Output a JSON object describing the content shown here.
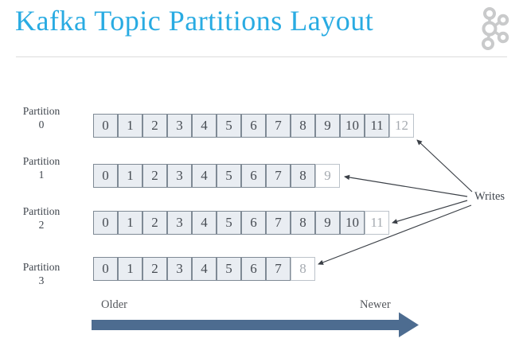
{
  "header": {
    "title": "Kafka Topic Partitions Layout",
    "logo_icon": "kafka-logo"
  },
  "partitions": [
    {
      "label": "Partition",
      "number": "0",
      "offsets": [
        "0",
        "1",
        "2",
        "3",
        "4",
        "5",
        "6",
        "7",
        "8",
        "9",
        "10",
        "11"
      ],
      "next_offset": "12"
    },
    {
      "label": "Partition",
      "number": "1",
      "offsets": [
        "0",
        "1",
        "2",
        "3",
        "4",
        "5",
        "6",
        "7",
        "8"
      ],
      "next_offset": "9"
    },
    {
      "label": "Partition",
      "number": "2",
      "offsets": [
        "0",
        "1",
        "2",
        "3",
        "4",
        "5",
        "6",
        "7",
        "8",
        "9",
        "10"
      ],
      "next_offset": "11"
    },
    {
      "label": "Partition",
      "number": "3",
      "offsets": [
        "0",
        "1",
        "2",
        "3",
        "4",
        "5",
        "6",
        "7"
      ],
      "next_offset": "8"
    }
  ],
  "writes": {
    "label": "Writes"
  },
  "timeline": {
    "older_label": "Older",
    "newer_label": "Newer"
  },
  "colors": {
    "title": "#29abe2",
    "cell_fill": "#e9edf2",
    "cell_border": "#7f8a95",
    "cell_text": "#474c53",
    "next_cell_fill": "#ffffff",
    "next_cell_border": "#bcc3ca",
    "next_cell_text": "#a6abb1",
    "label_text": "#3f454d",
    "arrow_line": "#3b4047",
    "timeline_arrow": "#4d6c90",
    "logo": "#c9cacb",
    "divider": "#dcdcdc"
  }
}
